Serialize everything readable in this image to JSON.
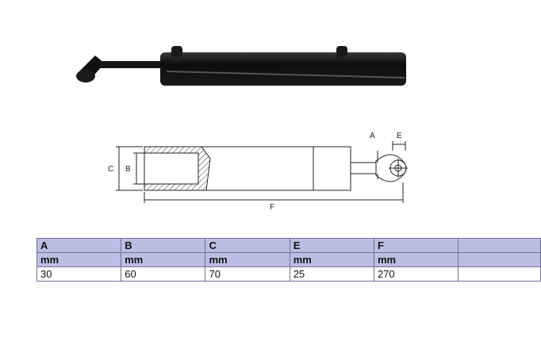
{
  "diagram": {
    "labels": {
      "A": "A",
      "B": "B",
      "C": "C",
      "E": "E",
      "F": "F"
    }
  },
  "table": {
    "headers": [
      "A",
      "B",
      "C",
      "E",
      "F"
    ],
    "units": [
      "mm",
      "mm",
      "mm",
      "mm",
      "mm"
    ],
    "values": [
      "30",
      "60",
      "70",
      "25",
      "270"
    ]
  }
}
